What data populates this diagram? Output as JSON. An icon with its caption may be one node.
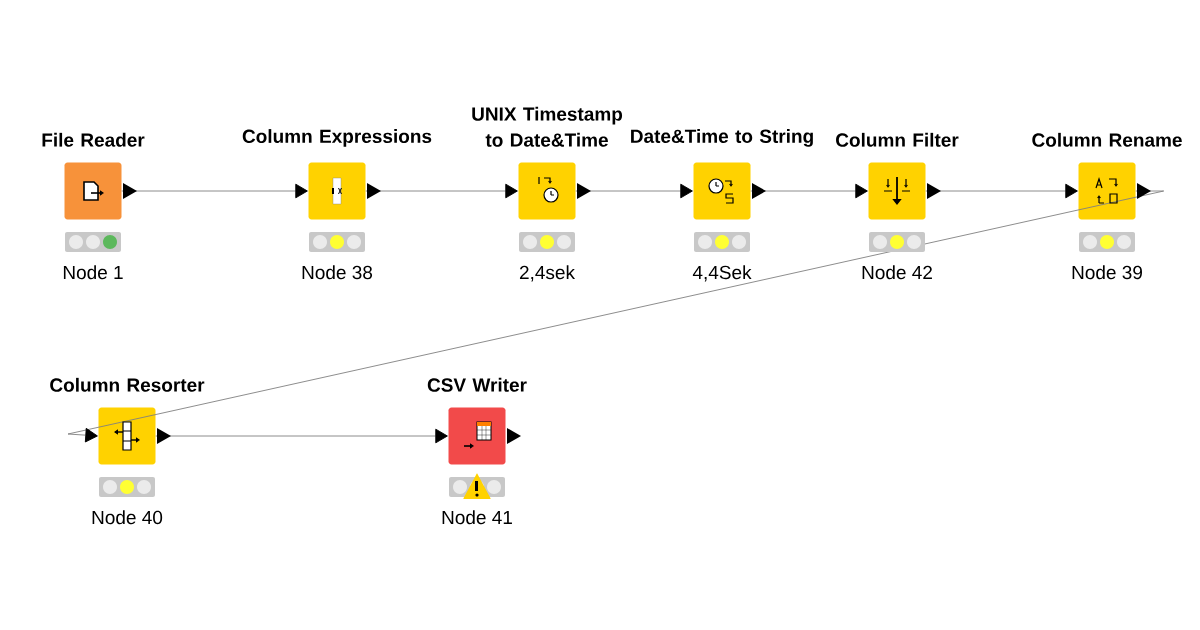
{
  "diagram": {
    "nodes": [
      {
        "text": [
          "File Reader"
        ],
        "beside": [
          "Node 1"
        ]
      },
      {
        "text": [
          "Column Expressions"
        ],
        "beside": [
          "Node 38"
        ]
      },
      {
        "text": [
          "UNIX Timestamp to Date&Time"
        ],
        "beside": [
          "2,4sek"
        ]
      },
      {
        "text": [
          "Date&Time to String"
        ],
        "beside": [
          "4,4Sek"
        ]
      },
      {
        "text": [
          "Column Filter"
        ],
        "beside": [
          "Node 42"
        ]
      },
      {
        "text": [
          "Column Rename"
        ],
        "beside": [
          "Node 39"
        ]
      },
      {
        "text": [
          "Column Resorter"
        ],
        "beside": [
          "Node 40"
        ]
      },
      {
        "text": [
          "CSV Writer"
        ],
        "beside": [
          "Node 41"
        ]
      }
    ],
    "edges": [
      {
        "from": 0,
        "to": 1,
        "arrow": "to"
      },
      {
        "from": 1,
        "to": 2,
        "arrow": "to"
      },
      {
        "from": 2,
        "to": 3,
        "arrow": "to"
      },
      {
        "from": 3,
        "to": 4,
        "arrow": "to"
      },
      {
        "from": 4,
        "to": 5,
        "arrow": "to"
      },
      {
        "from": 5,
        "to": 6,
        "arrow": "to"
      },
      {
        "from": 6,
        "to": 7,
        "arrow": "to"
      }
    ]
  }
}
